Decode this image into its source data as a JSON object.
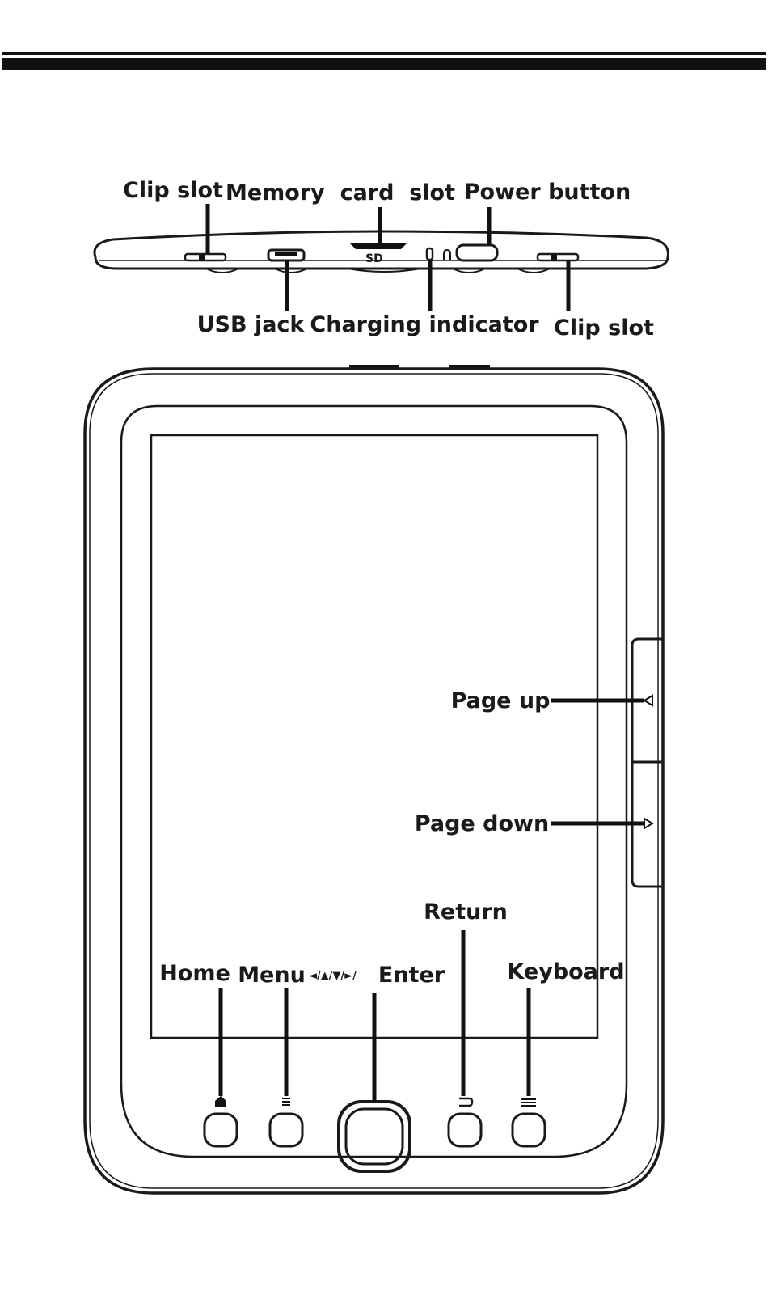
{
  "labels": {
    "clip_slot_top": "Clip slot",
    "memory_card_slot": "Memory  card  slot",
    "power_button": "Power button",
    "usb_jack": "USB jack",
    "charging_indicator": "Charging indicator",
    "clip_slot_bottom": "Clip slot",
    "page_up": "Page up",
    "page_down": "Page down",
    "return": "Return",
    "home": "Home",
    "menu": "Menu",
    "nav_arrows": "◄/▲/▼/►/",
    "enter": "Enter",
    "keyboard": "Keyboard"
  },
  "icons": {
    "home_button": "home-icon",
    "menu_button": "menu-icon",
    "return_button": "return-arrow-icon",
    "keyboard_button": "keyboard-icon",
    "page_up_button": "left-triangle-icon",
    "page_down_button": "right-triangle-icon"
  }
}
